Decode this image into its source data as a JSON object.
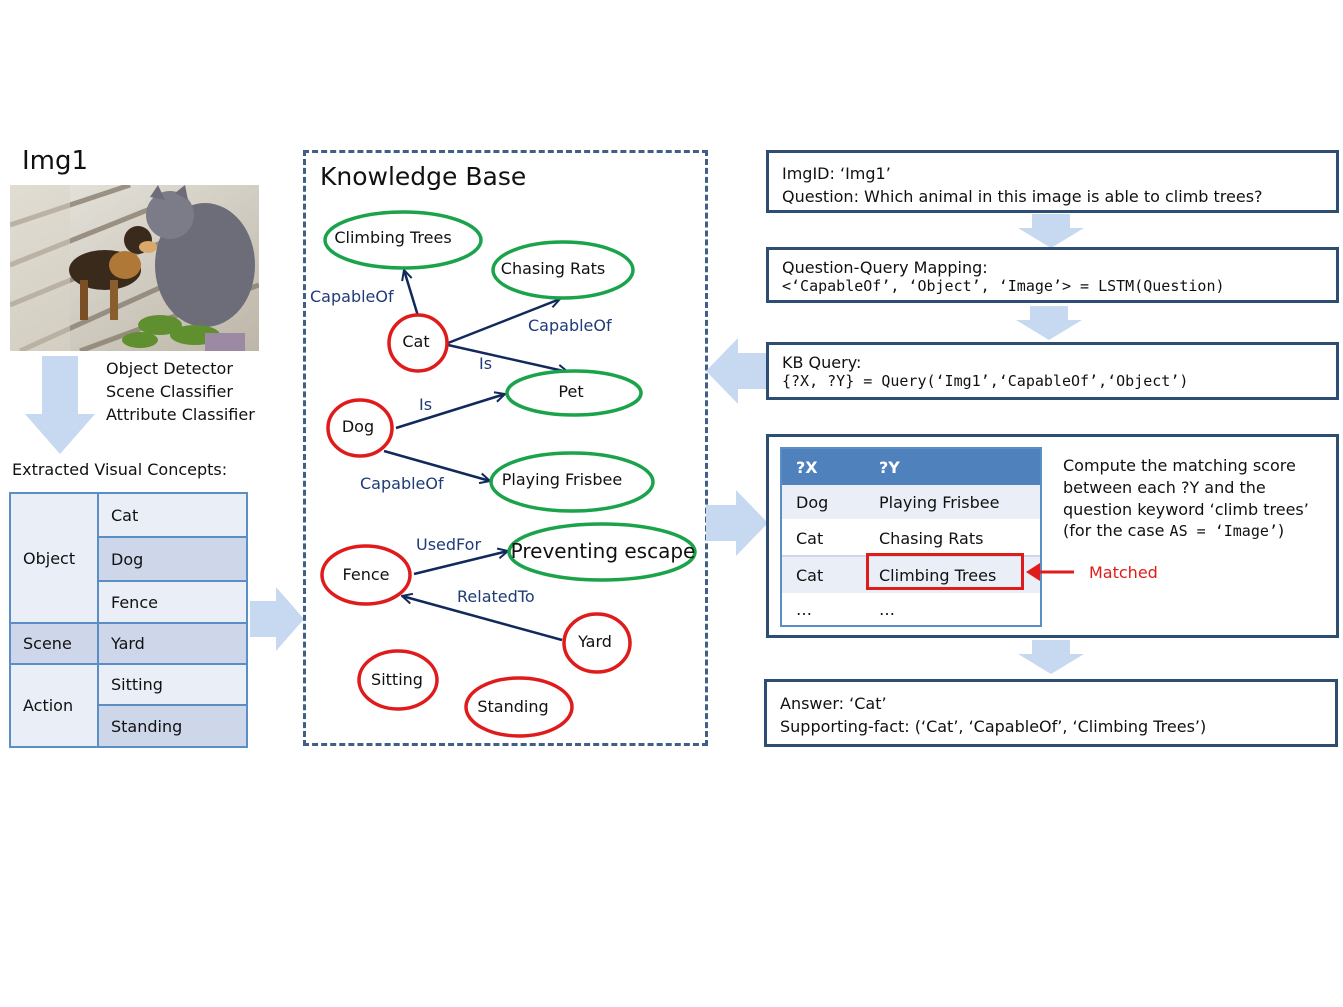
{
  "image": {
    "title": "Img1"
  },
  "detectors": [
    "Object Detector",
    "Scene Classifier",
    "Attribute Classifier"
  ],
  "extracted": {
    "title": "Extracted Visual Concepts:",
    "groups": [
      {
        "label": "Object",
        "items": [
          "Cat",
          "Dog",
          "Fence"
        ]
      },
      {
        "label": "Scene",
        "items": [
          "Yard"
        ]
      },
      {
        "label": "Action",
        "items": [
          "Sitting",
          "Standing"
        ]
      }
    ]
  },
  "kb": {
    "title": "Knowledge Base",
    "nodes": {
      "climbing_trees": "Climbing Trees",
      "chasing_rats": "Chasing Rats",
      "cat": "Cat",
      "pet": "Pet",
      "dog": "Dog",
      "playing_frisbee": "Playing Frisbee",
      "fence": "Fence",
      "preventing_escape": "Preventing escape",
      "yard": "Yard",
      "sitting": "Sitting",
      "standing": "Standing"
    },
    "edges": {
      "cat_climb": "CapableOf",
      "cat_chase": "CapableOf",
      "cat_pet": "Is",
      "dog_pet": "Is",
      "dog_frisbee": "CapableOf",
      "fence_escape": "UsedFor",
      "yard_fence": "RelatedTo"
    }
  },
  "query": {
    "line1": "ImgID: ‘Img1’",
    "line2": "Question: Which animal in this image is able to climb trees?"
  },
  "mapping": {
    "title": "Question-Query Mapping:",
    "expr": "<‘CapableOf’, ‘Object’, ‘Image’> = LSTM(Question)"
  },
  "kbquery": {
    "title": "KB Query:",
    "expr": "{?X, ?Y} = Query(‘Img1’,‘CapableOf’,‘Object’)"
  },
  "match": {
    "headers": [
      "?X",
      "?Y"
    ],
    "rows": [
      [
        "Dog",
        "Playing Frisbee"
      ],
      [
        "Cat",
        "Chasing Rats"
      ],
      [
        "Cat",
        "Climbing Trees"
      ],
      [
        "…",
        "…"
      ]
    ],
    "desc": [
      "Compute the matching score",
      "between each ?Y and the",
      "question keyword ‘climb trees’"
    ],
    "desc_case_prefix": "(for the case ",
    "desc_case_code": "AS = ‘Image’",
    "desc_case_suffix": ")",
    "matched_label": "Matched"
  },
  "answer": {
    "line1": "Answer: ‘Cat’",
    "line2": "Supporting-fact: (‘Cat’, ‘CapableOf’, ‘Climbing Trees’)"
  },
  "colors": {
    "box_border": "#2e4d73",
    "table_header": "#4f81bd",
    "table_light": "#e9eef7",
    "table_dark": "#cdd7e9",
    "arrow_fill": "#c6d9f1",
    "edge": "#12295c",
    "node_green": "#1aa34a",
    "node_red": "#e01b1b",
    "matched": "#e01b1b"
  }
}
